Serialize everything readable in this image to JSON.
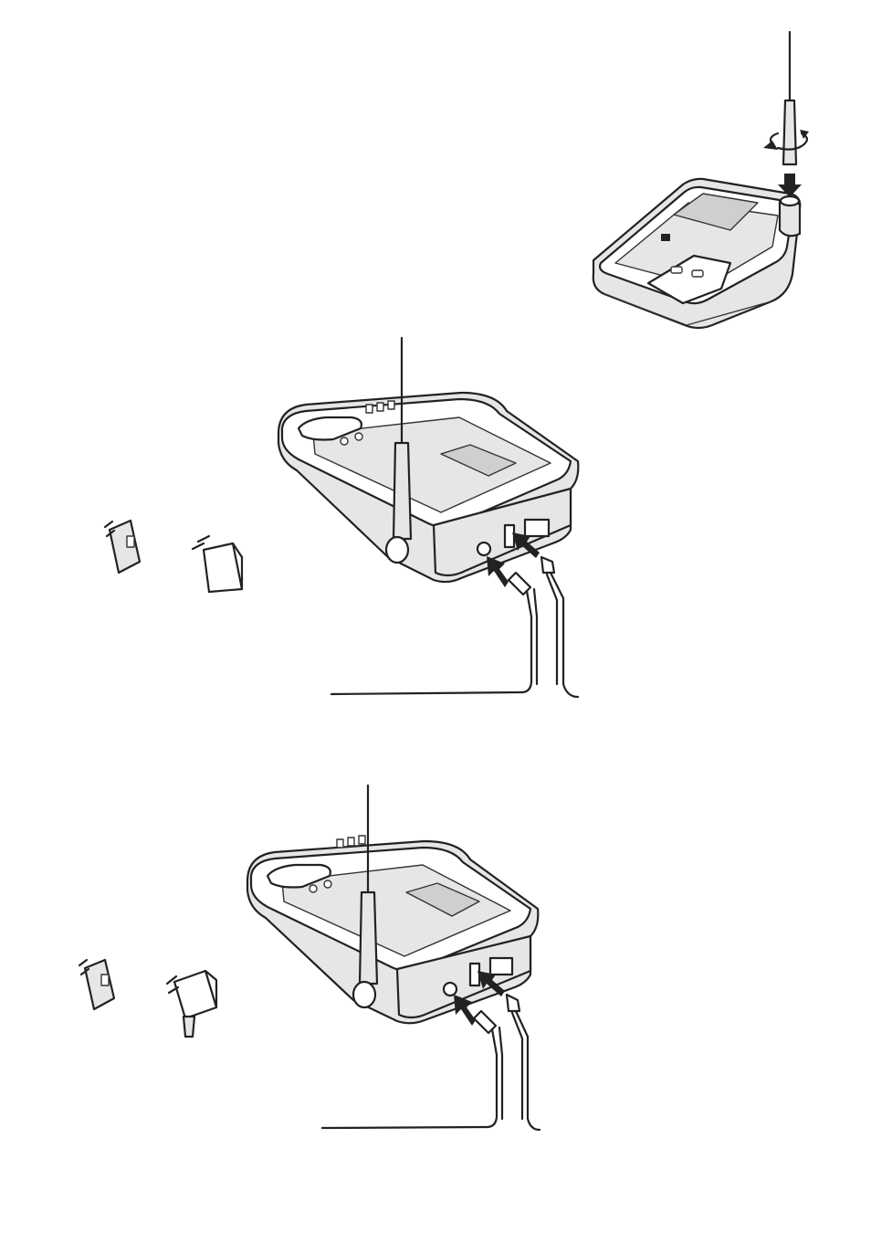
{
  "figures": [
    {
      "id": "antenna-attach",
      "icon": "base-station-antenna-screw-in"
    },
    {
      "id": "connect-cables-1",
      "icon": "base-station-cable-connection"
    },
    {
      "id": "connect-cables-2",
      "icon": "base-station-cable-connection"
    }
  ],
  "colors": {
    "ink": "#222222",
    "paper": "#ffffff",
    "stipple": "#e6e6e6"
  }
}
